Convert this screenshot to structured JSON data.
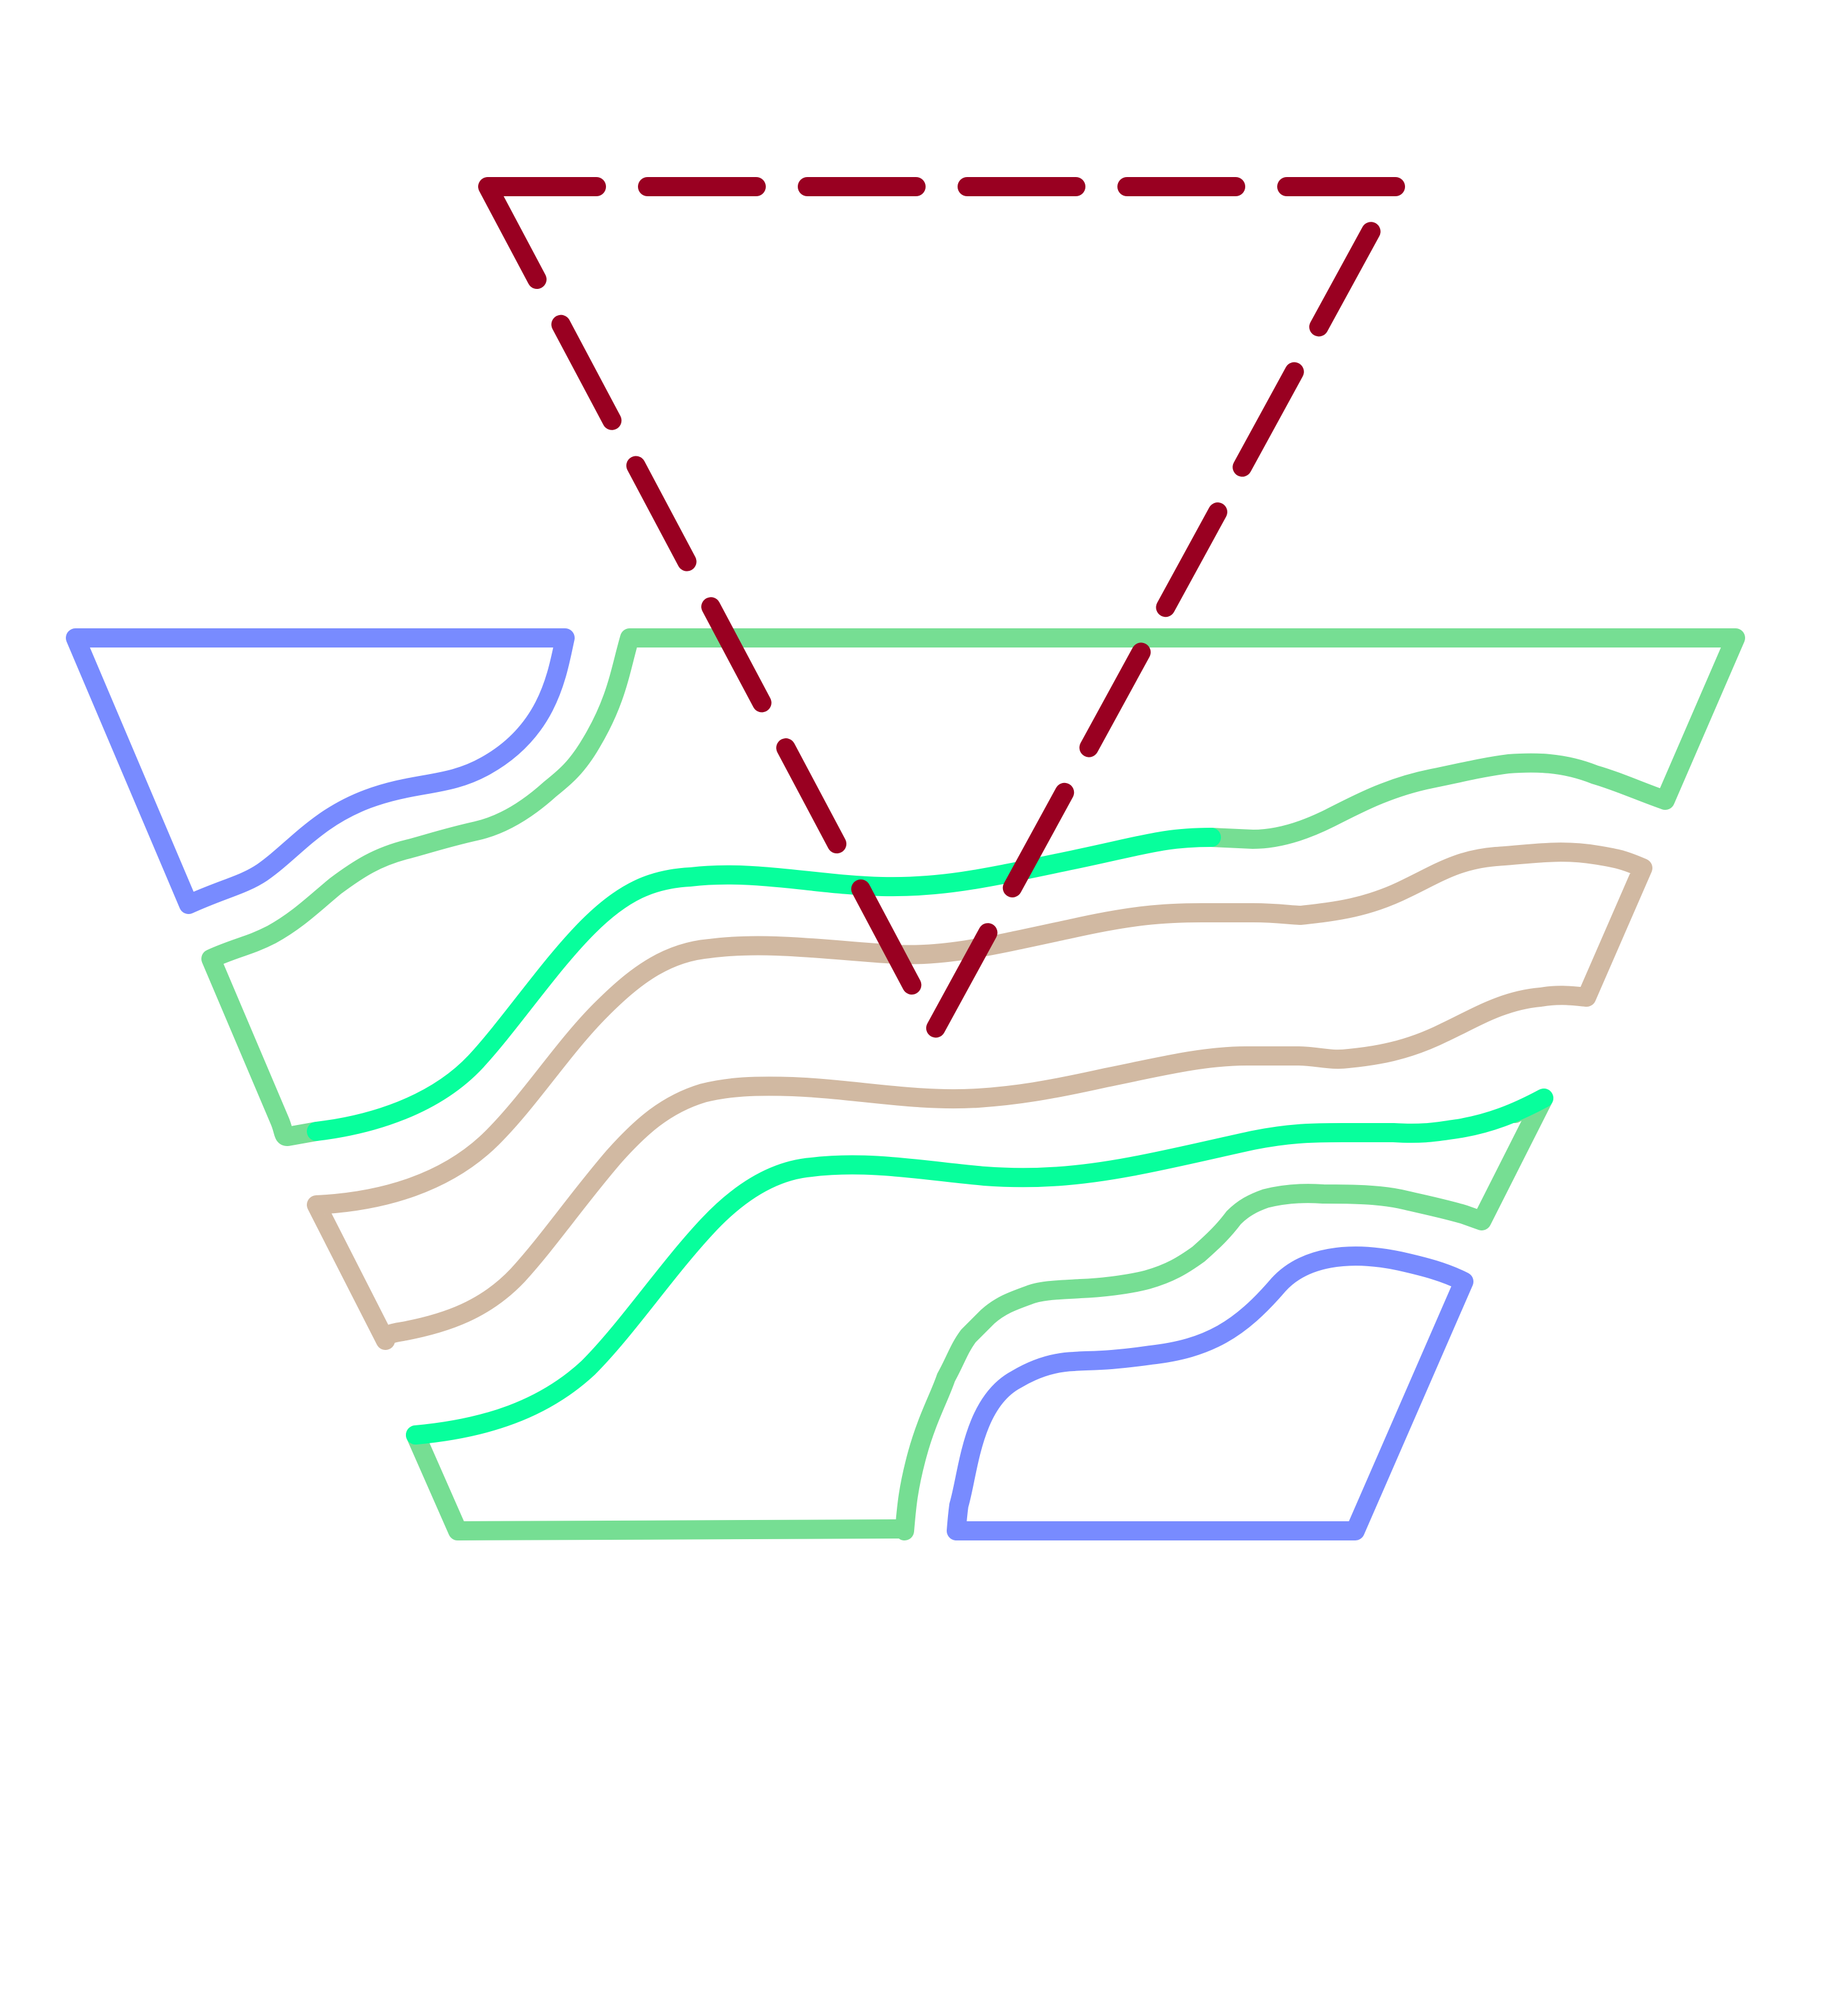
{
  "diagram": {
    "description_colors": {
      "outer_block": "#76de93",
      "bright_band": "#07ff9c",
      "tan_band": "#d1b9a2",
      "blue_lens": "#788bff",
      "dashed_triangle": "#990021"
    },
    "shapes": [
      {
        "name": "upper-left-blue-block",
        "color_key": "blue_lens",
        "style": "solid"
      },
      {
        "name": "outer-green-frame",
        "color_key": "outer_block",
        "style": "solid"
      },
      {
        "name": "upper-bright-band-line",
        "color_key": "bright_band",
        "style": "solid"
      },
      {
        "name": "tan-band-outline",
        "color_key": "tan_band",
        "style": "solid"
      },
      {
        "name": "lower-bright-band-line",
        "color_key": "bright_band",
        "style": "solid"
      },
      {
        "name": "lower-right-blue-block",
        "color_key": "blue_lens",
        "style": "solid"
      },
      {
        "name": "inverted-dashed-triangle",
        "color_key": "dashed_triangle",
        "style": "dashed"
      }
    ]
  }
}
